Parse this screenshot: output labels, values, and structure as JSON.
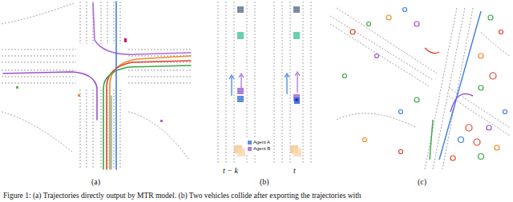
{
  "diagram": {
    "caption": "Figure 1: (a) Trajectories directly output by MTR model. (b) Two vehicles collide after exporting the trajectories with",
    "labels": [
      "(a)",
      "t − k",
      "t",
      "(b)",
      "(c)"
    ],
    "legend": [
      {
        "text": "Agent A",
        "color": "#5b8fe0"
      },
      {
        "text": "Agent B",
        "color": "#b07fe0"
      }
    ]
  }
}
